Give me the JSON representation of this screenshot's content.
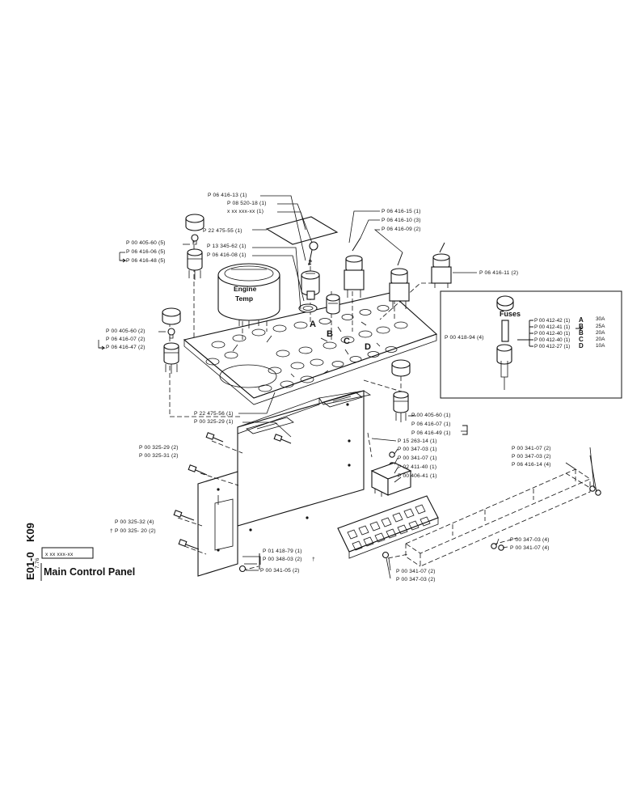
{
  "title": {
    "page_ref_code": "K09",
    "section": "E01-0",
    "date": "7.76",
    "part_number_placeholder": "x xx xxx-xx",
    "main_title": "Main Control Panel"
  },
  "gauge": {
    "line1": "Engine",
    "line2": "Temp"
  },
  "fuses": {
    "heading": "Fuses",
    "holder_label": "P 00 418-94 (4)",
    "items": [
      {
        "part": "P 00 412-42 (1)",
        "letter": "A",
        "amps": "30A"
      },
      {
        "part": "P 00 412-41 (1)",
        "letter": "B",
        "amps": "25A"
      },
      {
        "part": "P 00 412-40 (1)",
        "letter": "B",
        "amps": "20A"
      },
      {
        "part": "P 00 412-40 (1)",
        "letter": "C",
        "amps": "20A"
      },
      {
        "part": "P 00 412-27 (1)",
        "letter": "D",
        "amps": "10A"
      }
    ]
  },
  "panel_letters": [
    "A",
    "B",
    "C",
    "D"
  ],
  "callouts": {
    "key_switch_top": "P 06 416-13 (1)",
    "key": "P 08 520-18 (1)",
    "key_blank": "x xx xxx-xx (1)",
    "gasket": "P 22 475-55 (1)",
    "lamp_left_top": "P 00 405-60 (5)",
    "lamp_left_06": "P 06 416-06 (5)",
    "lamp_left_48": "P 06 416-48 (5)",
    "gauge_62": "P 13 345-62 (1)",
    "gauge_08": "P 06 416-08 (1)",
    "sw_15": "P 06 416-15 (1)",
    "sw_10": "P 06 416-10 (3)",
    "sw_09": "P 06 416-09 (2)",
    "sw_11": "P 06 416-11 (2)",
    "lamp2_60": "P 00 405-60 (2)",
    "lamp2_07": "P 06 416-07 (2)",
    "lamp2_47": "P 06 416-47 (2)",
    "plate_56": "P 22 475-56 (1)",
    "bolt_29_1": "P 00 325-29 (1)",
    "bolt_29_2": "P 00 325-29 (2)",
    "bolt_31": "P 00 325-31 (2)",
    "lamp3_60": "P 00 405-60 (1)",
    "lamp3_07": "P 06 416-07 (1)",
    "lamp3_49": "P 06 416-49 (1)",
    "bracket_14": "P 15 263-14 (1)",
    "nut_347": "P 00 347-03 (1)",
    "nut_341": "P 00 341-07 (1)",
    "relay": "P 02 411-40 (1)",
    "relay_base": "P 00 406-41 (1)",
    "bolt_32": "P 00 325-32 (4)",
    "bolt_20": "P 00 325- 20 (2)",
    "dagger": "†",
    "strip_79": "P 01 418-79 (1)",
    "washer_348": "P 00 348-03 (2)",
    "nut_05": "P 00 341-05 (2)",
    "fb_nut_341": "P 00 341-07 (2)",
    "fb_nut_347": "P 00 347-03 (2)",
    "rail_341": "P 00 341-07 (2)",
    "rail_347": "P 00 347-03 (2)",
    "rail_14": "P 06 416-14 (4)",
    "rail_b_347": "P 00 347-03 (4)",
    "rail_b_341": "P 00 341-07 (4)"
  }
}
